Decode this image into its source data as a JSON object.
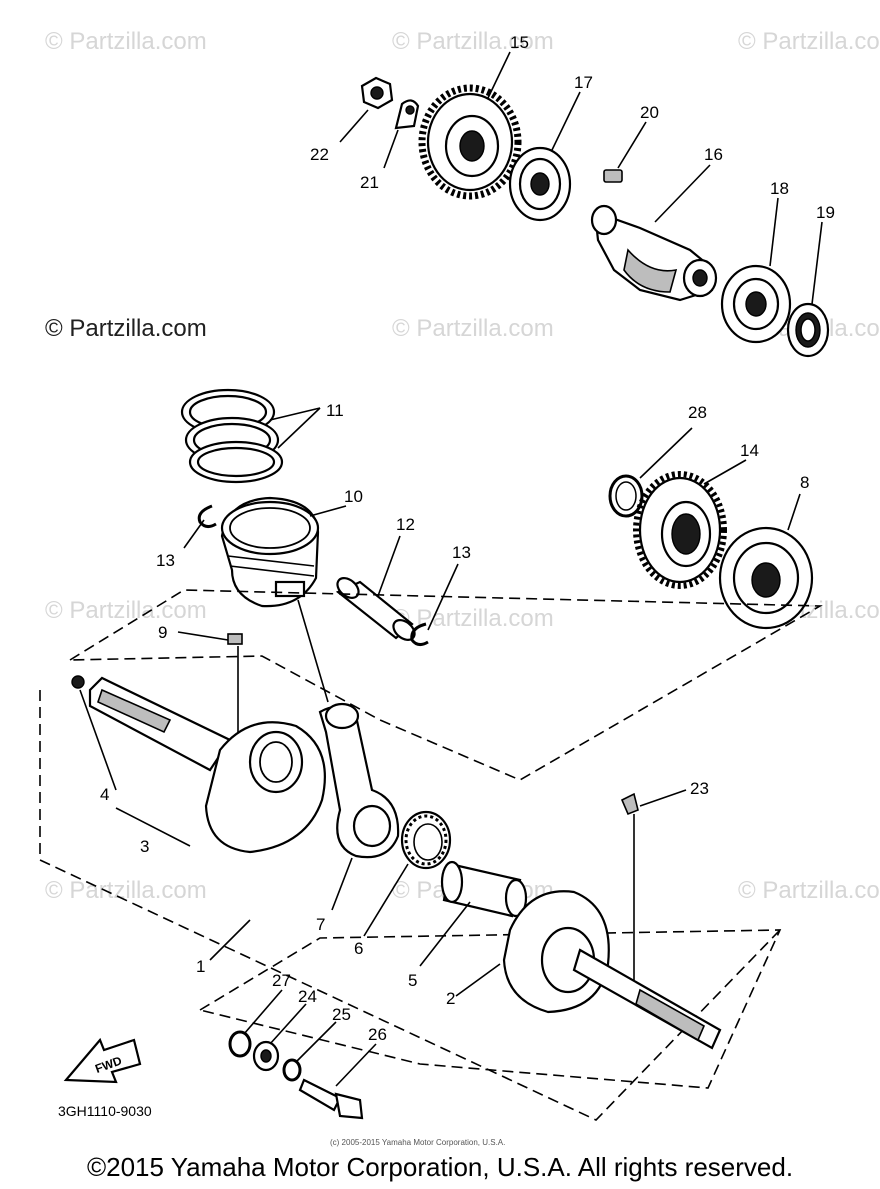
{
  "watermarks": [
    "© Partzilla.com",
    "© Partzilla.com",
    "© Partzilla.com",
    "© Partzilla.com",
    "© Partzilla.com",
    "© Partzilla.com",
    "© Partzilla.com",
    "© Partzilla.com",
    "© Partzilla.com",
    "© Partzilla.com",
    "© Partzilla.com"
  ],
  "watermark_dark": "© Partzilla.com",
  "callouts": {
    "c1": "1",
    "c2": "2",
    "c3": "3",
    "c4": "4",
    "c5": "5",
    "c6": "6",
    "c7": "7",
    "c8": "8",
    "c9": "9",
    "c10": "10",
    "c11": "11",
    "c12": "12",
    "c13a": "13",
    "c13b": "13",
    "c14": "14",
    "c15": "15",
    "c16": "16",
    "c17": "17",
    "c18": "18",
    "c19": "19",
    "c20": "20",
    "c21": "21",
    "c22": "22",
    "c23": "23",
    "c24": "24",
    "c25": "25",
    "c26": "26",
    "c27": "27",
    "c28": "28"
  },
  "fwd_label": "FWD",
  "diagram_code": "3GH1110-9030",
  "small_credit": "(c) 2005-2015 Yamaha Motor Corporation, U.S.A.",
  "copyright": "©2015 Yamaha Motor Corporation, U.S.A. All rights reserved."
}
